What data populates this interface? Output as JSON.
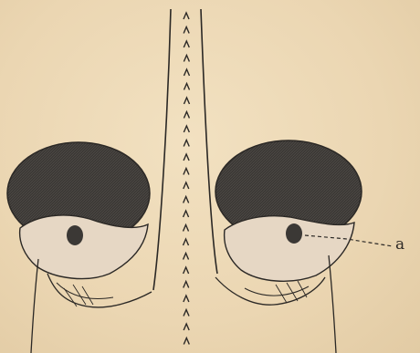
{
  "figure": {
    "label_a": "a",
    "colors": {
      "paper": "#ecd9b7",
      "ink": "#2b2825",
      "eye_dark": "#3b3835",
      "lens": "#e6d7c4"
    },
    "icons": [
      "left-eye-cup",
      "right-eye-cup",
      "midline-chevrons",
      "optic-nerve",
      "pupil"
    ]
  }
}
